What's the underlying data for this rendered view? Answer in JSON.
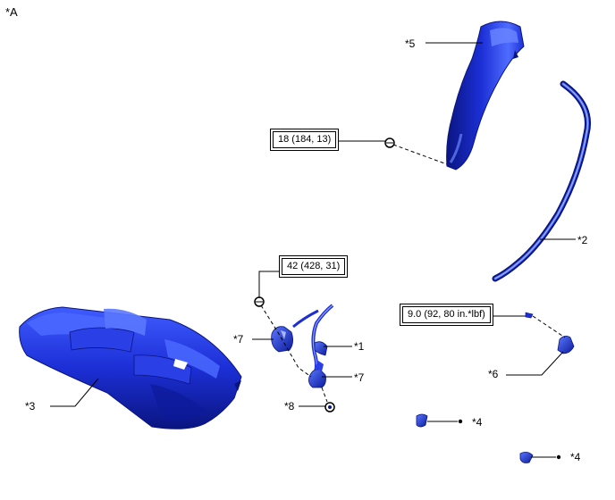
{
  "diagram": {
    "view_label": "*A",
    "callouts": {
      "c1": "*1",
      "c2": "*2",
      "c3": "*3",
      "c4a": "*4",
      "c4b": "*4",
      "c5": "*5",
      "c6": "*6",
      "c7a": "*7",
      "c7b": "*7",
      "c8": "*8"
    },
    "torque_specs": {
      "t1": "18 (184, 13)",
      "t2": "42 (428, 31)",
      "t3": "9.0 (92, 80 in.*lbf)"
    },
    "colors": {
      "part_blue": "#1c2fd6",
      "part_dark": "#0a1580",
      "part_light": "#5a78ff",
      "line": "#000000"
    }
  }
}
